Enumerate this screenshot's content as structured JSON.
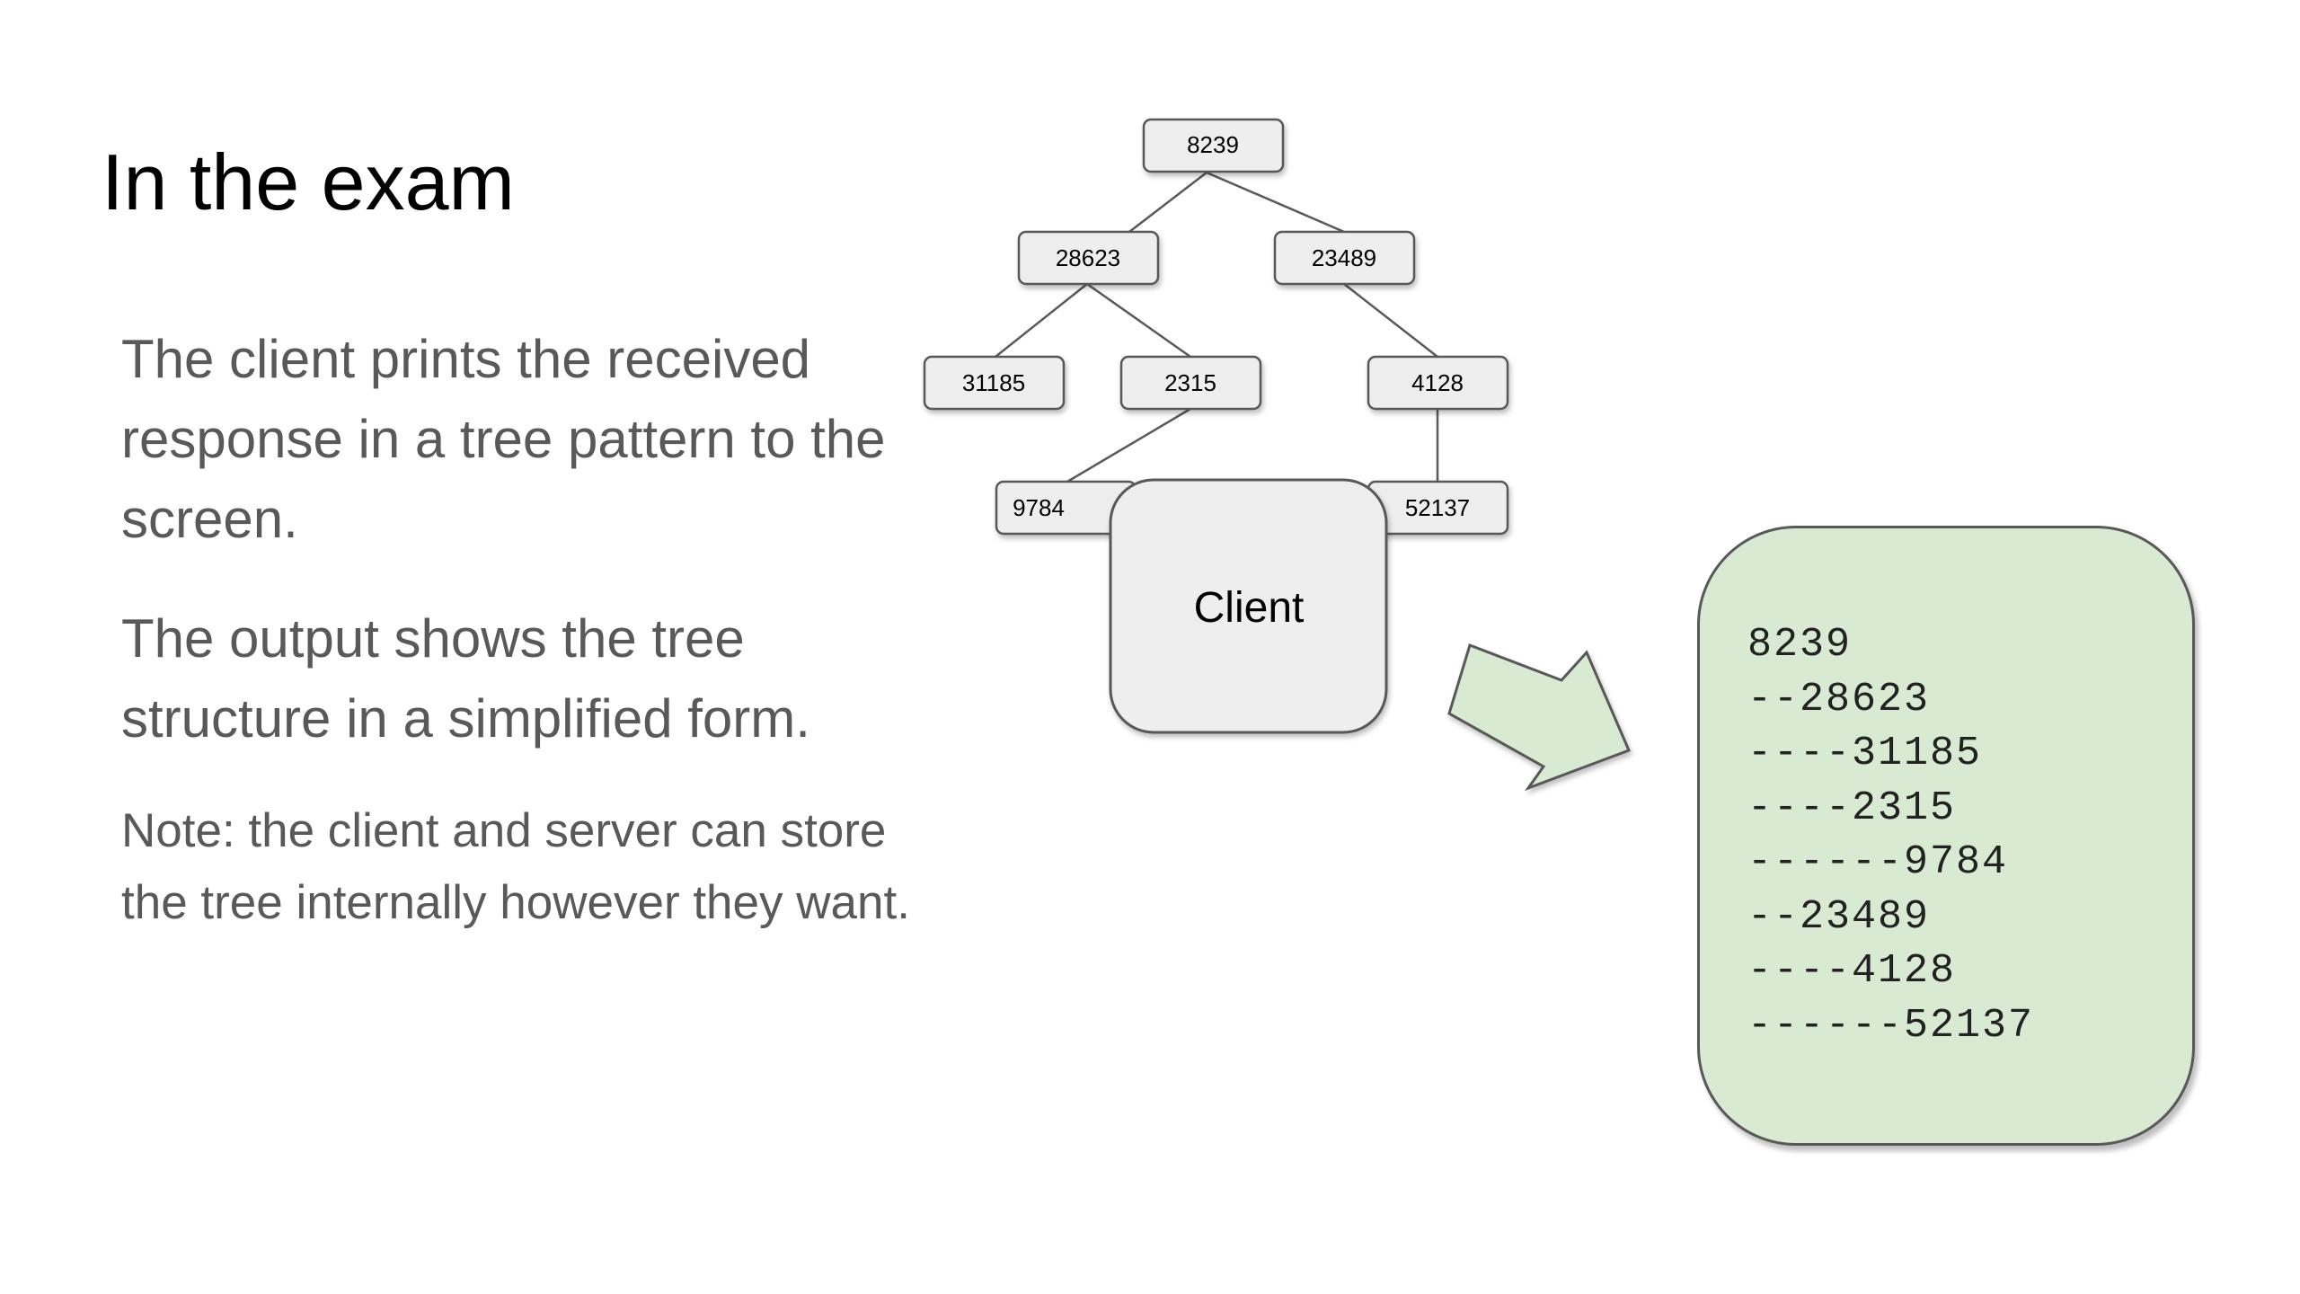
{
  "slide": {
    "title": "In the exam",
    "paragraphs": [
      "The client prints the received response in a tree pattern to the screen.",
      "The output shows the tree structure in a simplified form.",
      "Note: the client and server can store the tree internally however they want."
    ]
  },
  "tree": {
    "root": "8239",
    "level1": [
      "28623",
      "23489"
    ],
    "level2": [
      "31185",
      "2315",
      "4128"
    ],
    "level3": [
      "9784",
      "52137"
    ]
  },
  "client_label": "Client",
  "output_lines": [
    "8239",
    "--28623",
    "----31185",
    "----2315",
    "------9784",
    "--23489",
    "----4128",
    "------52137"
  ],
  "colors": {
    "node_fill": "#eeeeee",
    "node_border": "#595959",
    "client_fill": "#eeeeee",
    "output_fill": "#d9ead3",
    "arrow_fill": "#d9ead3",
    "body_text": "#595959"
  }
}
